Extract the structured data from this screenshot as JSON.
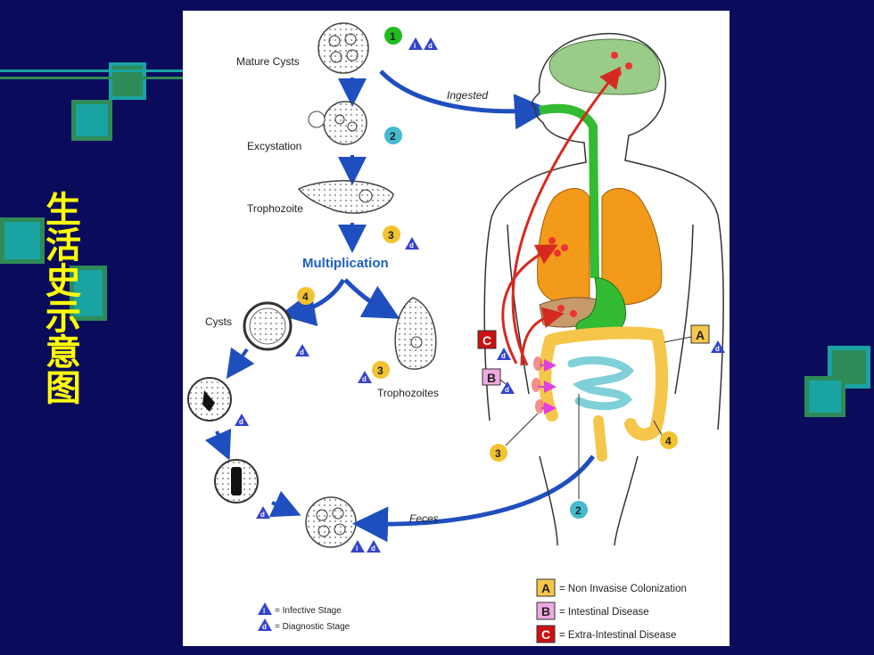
{
  "slide": {
    "title": "生活史示意图",
    "colors": {
      "background": "#0b0b5c",
      "title": "#ffff00",
      "teal": "#1aa3a3",
      "green": "#2e8b57"
    }
  },
  "diagram": {
    "stages": {
      "mature_cysts": "Mature Cysts",
      "excystation": "Excystation",
      "trophozoite": "Trophozoite",
      "multiplication": "Multiplication",
      "cysts": "Cysts",
      "trophozoites": "Trophozoites"
    },
    "arrows": {
      "ingested": "Ingested",
      "feces": "Feces"
    },
    "badges": {
      "b1": "1",
      "b2": "2",
      "b3": "3",
      "b4": "4",
      "body_b2": "2",
      "body_b3": "3",
      "body_b4": "4"
    },
    "triangle_marks": {
      "infective": "i",
      "diagnostic": "d"
    },
    "site_boxes": {
      "a": "A",
      "b": "B",
      "c": "C"
    },
    "legend": {
      "infective_stage": "= Infective Stage",
      "diagnostic_stage": "= Diagnostic Stage",
      "a_label": "= Non Invasise Colonization",
      "b_label": "= Intestinal Disease",
      "c_label": "= Extra-Intestinal Disease"
    },
    "colors": {
      "arrow_blue": "#1f4fbf",
      "red_path": "#d42a1f",
      "lung": "#f39a1a",
      "liver": "#c79a6a",
      "gut": "#f6c64a",
      "small_intestine": "#7fd0d8",
      "esophagus": "#33bb33",
      "brain": "#99cc88",
      "badge_green": "#22bb22",
      "badge_teal": "#44bbcc",
      "badge_yellow": "#f2c230",
      "triangle": "#3344cc",
      "box_a": "#f6c64a",
      "box_b": "#f0a8e0",
      "box_c": "#cc1111"
    }
  }
}
